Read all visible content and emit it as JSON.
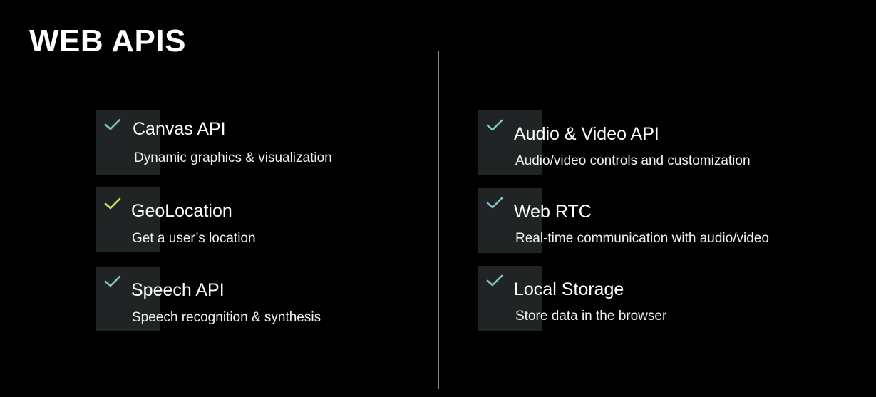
{
  "title": "WEB APIS",
  "colors": {
    "background": "#000000",
    "card": "#202425",
    "check_teal": "#7fc4c8",
    "check_yellow": "#d4e05a",
    "divider": "#8a8a8a"
  },
  "left_items": [
    {
      "title": "Canvas API",
      "description": "Dynamic graphics & visualization",
      "icon": "check-icon",
      "icon_color": "teal"
    },
    {
      "title": "GeoLocation",
      "description": "Get a user’s location",
      "icon": "check-icon",
      "icon_color": "yellow"
    },
    {
      "title": "Speech API",
      "description": "Speech recognition & synthesis",
      "icon": "check-icon",
      "icon_color": "teal"
    }
  ],
  "right_items": [
    {
      "title": "Audio & Video API",
      "description": "Audio/video controls and customization",
      "icon": "check-icon",
      "icon_color": "teal"
    },
    {
      "title": "Web RTC",
      "description": "Real-time communication with audio/video",
      "icon": "check-icon",
      "icon_color": "teal"
    },
    {
      "title": "Local Storage",
      "description": "Store data in the browser",
      "icon": "check-icon",
      "icon_color": "teal"
    }
  ]
}
